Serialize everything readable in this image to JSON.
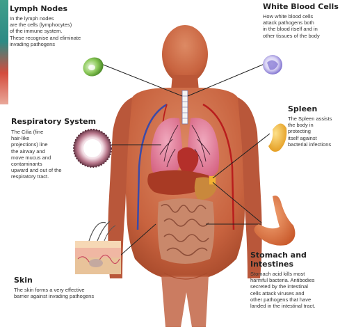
{
  "labels": {
    "lymph_nodes": {
      "title": "Lymph Nodes",
      "text": "In the lymph nodes\nare the cells (lymphocytes)\nof the immune system.\nThese recognise and eliminate\ninvading pathogens"
    },
    "white_blood_cells": {
      "title": "White Blood Cells",
      "text": "How white blood cells\nattack pathogens both\nin the blood itself and in\nother tissues of the body"
    },
    "respiratory_system": {
      "title": "Respiratory System",
      "text": "The Cilia (fine\nhair-like\nprojections) line\nthe airway and\nmove mucus and\ncontaminants\nupward and out of the\nrespiratory tract."
    },
    "spleen": {
      "title": "Spleen",
      "text": "The Spleen assists\nthe body in\nprotecting\nitself against\nbacterial infections"
    },
    "stomach_intestines": {
      "title": "Stomach and\nIntestines",
      "text": "Stomach acid kills most\nharmful bacteria. Antibodies\nsecreted by the intestinal\ncells attack viruses and\nother pathogens that have\nlanded in the intestinal tract."
    },
    "skin": {
      "title": "Skin",
      "text": "The skin forms a very effective\nbarrier against invading pathogens"
    }
  },
  "colors": {
    "body": "#c8633f",
    "body_shadow": "#a94b2c",
    "lung": "#d86a86",
    "lung_light": "#e78ea6",
    "heart": "#b42f2a",
    "liver": "#a83a24",
    "intestine": "#c9886b",
    "intestine_dark": "#a8624a",
    "vein_blue": "#3b4aa8",
    "artery_red": "#b91d1d",
    "spleen": "#f2b133",
    "stomach": "#e07a44",
    "pointer_line": "#222222",
    "lymph_node": "#7bbf45",
    "white_cell": "#7a6cd0"
  }
}
